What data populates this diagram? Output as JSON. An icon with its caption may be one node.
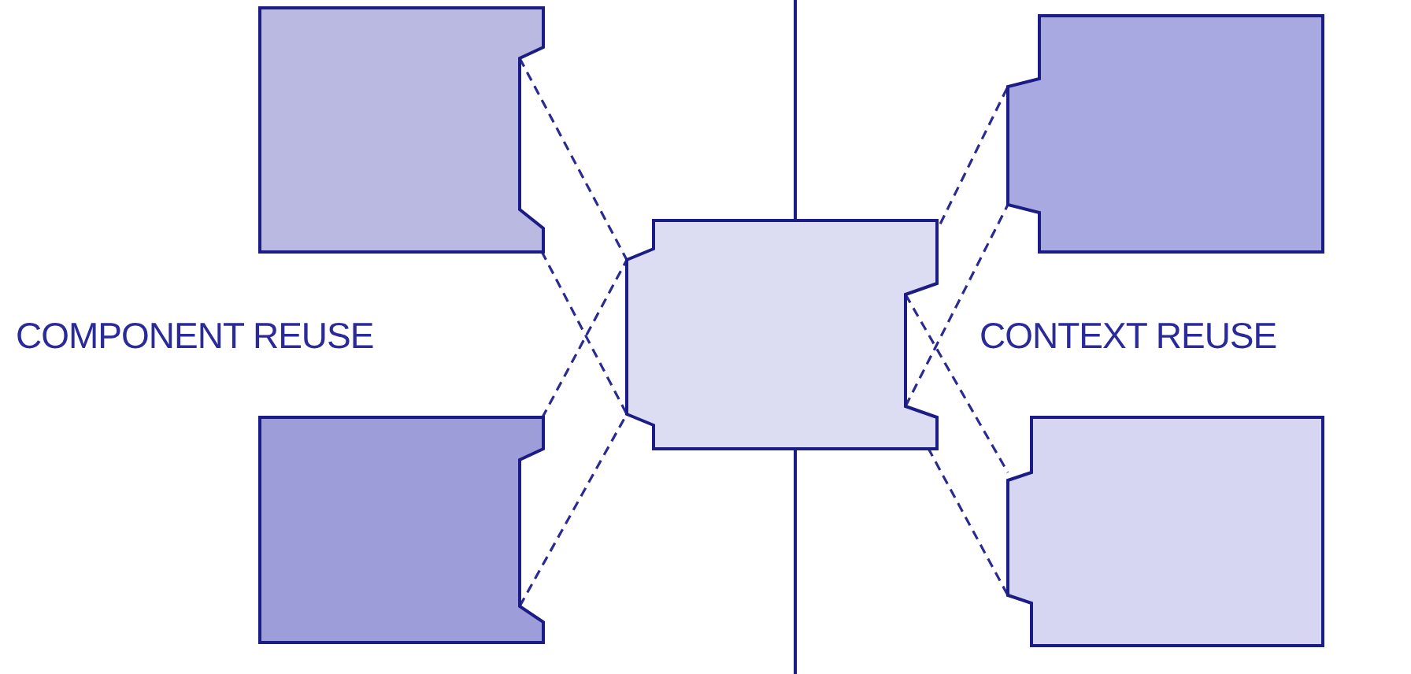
{
  "diagram": {
    "nodes": [
      {
        "text": [],
        "shape": "box"
      },
      {
        "text": [],
        "shape": "box"
      },
      {
        "text": [],
        "shape": "box"
      },
      {
        "text": [],
        "shape": "box"
      },
      {
        "text": [],
        "shape": "box"
      }
    ],
    "edges": [
      {
        "from": 0,
        "to": 2,
        "arrow": "none",
        "style": "dashed"
      },
      {
        "from": 0,
        "to": 2,
        "arrow": "none",
        "style": "dashed"
      },
      {
        "from": 1,
        "to": 2,
        "arrow": "none",
        "style": "dashed"
      },
      {
        "from": 1,
        "to": 2,
        "arrow": "none",
        "style": "dashed"
      },
      {
        "from": 2,
        "to": 3,
        "arrow": "none",
        "style": "dashed"
      },
      {
        "from": 2,
        "to": 3,
        "arrow": "none",
        "style": "dashed"
      },
      {
        "from": 2,
        "to": 4,
        "arrow": "none",
        "style": "dashed"
      },
      {
        "from": 2,
        "to": 4,
        "arrow": "none",
        "style": "dashed"
      }
    ],
    "labels": [
      "COMPONENT REUSE",
      "CONTEXT REUSE"
    ]
  }
}
